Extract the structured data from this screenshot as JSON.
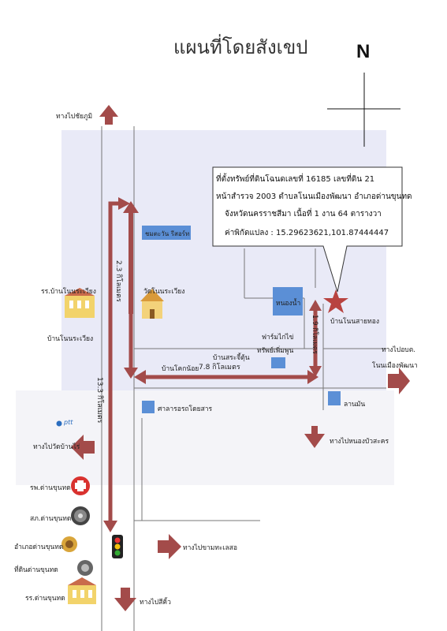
{
  "title": "แผนที่โดยสังเขป",
  "north": "N",
  "callout": {
    "line1": "ที่ตั้งทรัพย์ที่ดินโฉนดเลขที่ 16185 เลขที่ดิน 21",
    "line2": "หน้าสำรวจ 2003 ตำบลโนนเมืองพัฒนา อำเภอด่านขุนทด",
    "line3": "จังหวัดนครราชสีมา  เนื้อที่ 1 งาน 64 ตารางวา",
    "line4": "ค่าพิกัดแปลง : 15.29623621,101.87444447"
  },
  "directions": {
    "to_chaiyaphum": "ทางไปชัยภูมิ",
    "to_wat_ban_rai": "ทางไปวัดบ้านไร่",
    "to_kham_thale_so": "ทางไปขามทะเลสอ",
    "to_sikhio": "ทางไปสีคิ้ว",
    "to_nong_bua_sakhon": "ทางไปหนองบัวสะคร",
    "to_post_office_line1": "ทางไปอบต.",
    "to_post_office_line2": "โนนเมืองพัฒนา"
  },
  "distances": {
    "d_2_3": "2.3 กิโลเมตร",
    "d_13_3": "13.3 กิโลเมตร",
    "d_7_8": "7.8 กิโลเมตร",
    "d_1_9": "1.9 กิโลเมตร"
  },
  "places": {
    "chom_tawan_resort": "ชมตะวัน รีสอร์ท",
    "wat_non_rawiang": "วัดโนนระเวียง",
    "school_non_rawiang": "รร.บ้านโนนระเวียง",
    "ban_non_rawiang": "บ้านโนนระเวียง",
    "ban_khok_noi": "บ้านโคกน้อย",
    "ban_sa_chorakhe": "บ้านสระจี้ตุ้น",
    "sala_rot_doisan": "ศาลารอรถโดยสาร",
    "nong_nam": "หนองน้ำ",
    "farm_kai_1": "ฟาร์มไก่ไข่",
    "farm_kai_2": "ทรัพย์เพิ่มพูน",
    "ban_non_sai_thong": "บ้านโนนสายทอง",
    "lan_man": "ลานมัน",
    "hospital": "รพ.ด่านขุนทด",
    "police": "สภ.ด่านขุนทด",
    "district_office": "อำเภอด่านขุนทด",
    "land_office": "ที่ดินด่านขุนทด",
    "school_dan_khun_thot": "รร.ด่านขุนทด",
    "ptt": "ptt"
  },
  "colors": {
    "arrow": "#a34b4a",
    "road": "#6a6a6a",
    "marker_blue": "#5b8fd6",
    "plot_area": "#e6e8f7",
    "star": "#b84340"
  }
}
